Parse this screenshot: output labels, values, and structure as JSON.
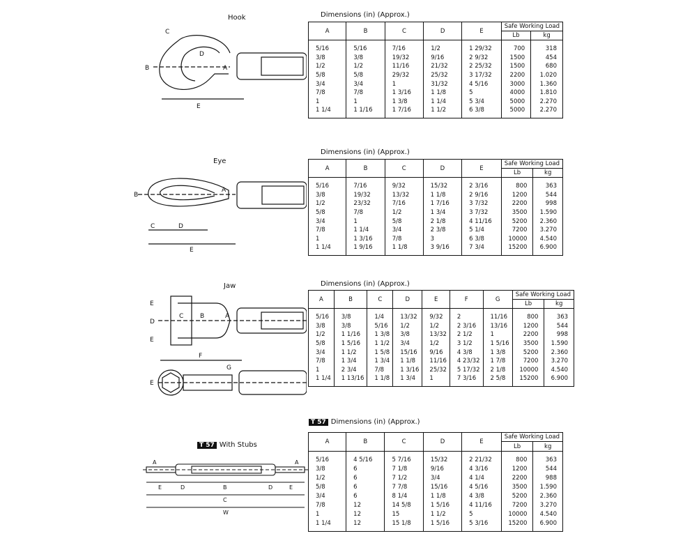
{
  "sections": [
    {
      "title": "Hook",
      "table_title": "Dimensions (in) (Approx.)",
      "swl": "Safe Working Load",
      "cols": [
        "A",
        "B",
        "C",
        "D",
        "E"
      ],
      "units": [
        "Lb",
        "kg"
      ],
      "rows": [
        [
          "5/16",
          "5/16",
          "7/16",
          "1/2",
          "1 29/32",
          "700",
          "318"
        ],
        [
          "3/8",
          "3/8",
          "19/32",
          "9/16",
          "2 9/32",
          "1500",
          "454"
        ],
        [
          "1/2",
          "1/2",
          "11/16",
          "21/32",
          "2 25/32",
          "1500",
          "680"
        ],
        [
          "5/8",
          "5/8",
          "29/32",
          "25/32",
          "3 17/32",
          "2200",
          "1.020"
        ],
        [
          "3/4",
          "3/4",
          "1",
          "31/32",
          "4 5/16",
          "3000",
          "1.360"
        ],
        [
          "7/8",
          "7/8",
          "1 3/16",
          "1 1/8",
          "5",
          "4000",
          "1.810"
        ],
        [
          "1",
          "1",
          "1 3/8",
          "1 1/4",
          "5 3/4",
          "5000",
          "2.270"
        ],
        [
          "1 1/4",
          "1 1/16",
          "1 7/16",
          "1 1/2",
          "6 3/8",
          "5000",
          "2.270"
        ]
      ],
      "labels": [
        "C",
        "D",
        "B",
        "A",
        "E"
      ]
    },
    {
      "title": "Eye",
      "table_title": "Dimensions (in) (Approx.)",
      "swl": "Safe Working Load",
      "cols": [
        "A",
        "B",
        "C",
        "D",
        "E"
      ],
      "units": [
        "Lb",
        "kg"
      ],
      "rows": [
        [
          "5/16",
          "7/16",
          "9/32",
          "15/32",
          "2 3/16",
          "800",
          "363"
        ],
        [
          "3/8",
          "19/32",
          "13/32",
          "1 1/8",
          "2 9/16",
          "1200",
          "544"
        ],
        [
          "1/2",
          "23/32",
          "7/16",
          "1 7/16",
          "3 7/32",
          "2200",
          "998"
        ],
        [
          "5/8",
          "7/8",
          "1/2",
          "1 3/4",
          "3 7/32",
          "3500",
          "1.590"
        ],
        [
          "3/4",
          "1",
          "5/8",
          "2 1/8",
          "4 11/16",
          "5200",
          "2.360"
        ],
        [
          "7/8",
          "1 1/4",
          "3/4",
          "2 3/8",
          "5 1/4",
          "7200",
          "3.270"
        ],
        [
          "1",
          "1 3/16",
          "7/8",
          "3",
          "6 3/8",
          "10000",
          "4.540"
        ],
        [
          "1 1/4",
          "1 9/16",
          "1 1/8",
          "3 9/16",
          "7 3/4",
          "15200",
          "6.900"
        ]
      ],
      "labels": [
        "B",
        "A",
        "C",
        "D",
        "E"
      ]
    },
    {
      "title": "Jaw",
      "table_title": "Dimensions (in) (Approx.)",
      "swl": "Safe Working Load",
      "cols": [
        "A",
        "B",
        "C",
        "D",
        "E",
        "F",
        "G"
      ],
      "units": [
        "Lb",
        "kg"
      ],
      "rows": [
        [
          "5/16",
          "3/8",
          "1/4",
          "13/32",
          "9/32",
          "2",
          "11/16",
          "800",
          "363"
        ],
        [
          "3/8",
          "3/8",
          "5/16",
          "1/2",
          "1/2",
          "2 3/16",
          "13/16",
          "1200",
          "544"
        ],
        [
          "1/2",
          "1 1/16",
          "1 3/8",
          "3/8",
          "13/32",
          "2 1/2",
          "1",
          "2200",
          "998"
        ],
        [
          "5/8",
          "1 5/16",
          "1 1/2",
          "3/4",
          "1/2",
          "3 1/2",
          "1 5/16",
          "3500",
          "1.590"
        ],
        [
          "3/4",
          "1 1/2",
          "1 5/8",
          "15/16",
          "9/16",
          "4 3/8",
          "1 3/8",
          "5200",
          "2.360"
        ],
        [
          "7/8",
          "1 3/4",
          "1 3/4",
          "1 1/8",
          "11/16",
          "4 23/32",
          "1 7/8",
          "7200",
          "3.270"
        ],
        [
          "1",
          "2 3/4",
          "7/8",
          "1 3/16",
          "25/32",
          "5 17/32",
          "2 1/8",
          "10000",
          "4.540"
        ],
        [
          "1 1/4",
          "1 13/16",
          "1 1/8",
          "1 3/4",
          "1",
          "7 3/16",
          "2 5/8",
          "15200",
          "6.900"
        ]
      ],
      "labels": [
        "E",
        "D",
        "E",
        "C",
        "B",
        "A",
        "F",
        "E",
        "G"
      ]
    },
    {
      "title": "With Stubs",
      "badge": "T 57",
      "table_title": "Dimensions (in) (Approx.)",
      "swl": "Safe Working Load",
      "cols": [
        "A",
        "B",
        "C",
        "D",
        "E"
      ],
      "units": [
        "Lb",
        "kg"
      ],
      "rows": [
        [
          "5/16",
          "4 5/16",
          "5 7/16",
          "15/32",
          "2 21/32",
          "800",
          "363"
        ],
        [
          "3/8",
          "6",
          "7 1/8",
          "9/16",
          "4 3/16",
          "1200",
          "544"
        ],
        [
          "1/2",
          "6",
          "7 1/2",
          "3/4",
          "4 1/4",
          "2200",
          "988"
        ],
        [
          "5/8",
          "6",
          "7 7/8",
          "15/16",
          "4 5/16",
          "3500",
          "1.590"
        ],
        [
          "3/4",
          "6",
          "8 1/4",
          "1 1/8",
          "4 3/8",
          "5200",
          "2.360"
        ],
        [
          "7/8",
          "12",
          "14 5/8",
          "1 5/16",
          "4 11/16",
          "7200",
          "3.270"
        ],
        [
          "1",
          "12",
          "15",
          "1 1/2",
          "5",
          "10000",
          "4.540"
        ],
        [
          "1 1/4",
          "12",
          "15 1/8",
          "1 5/16",
          "5 3/16",
          "15200",
          "6.900"
        ]
      ],
      "labels": [
        "A",
        "E",
        "D",
        "B",
        "D",
        "E",
        "A",
        "C",
        "W"
      ]
    }
  ]
}
